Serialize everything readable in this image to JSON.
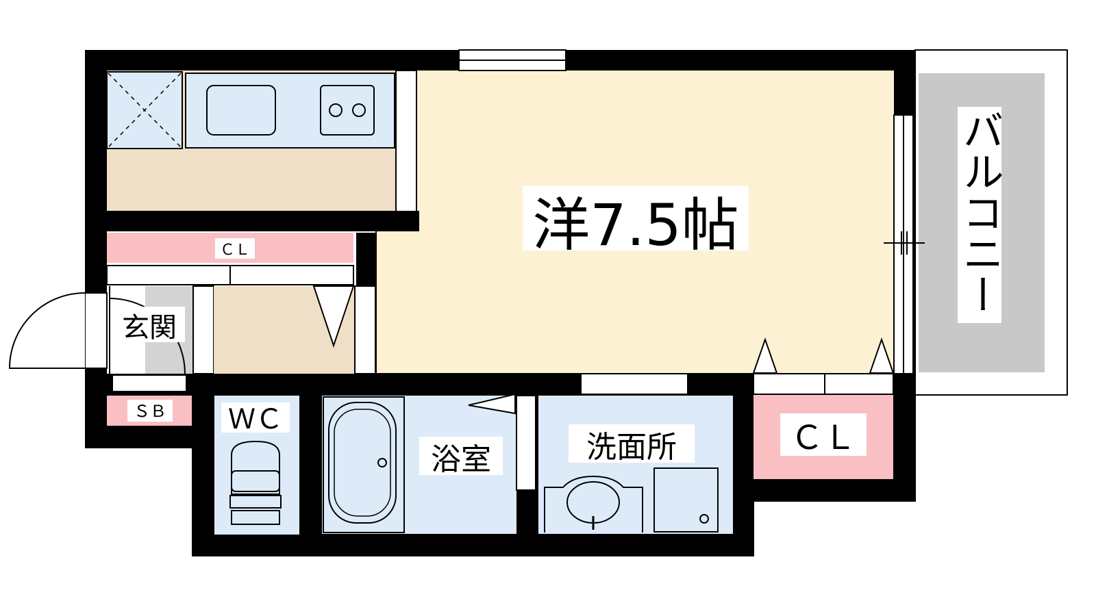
{
  "floor_plan": {
    "main_room": {
      "label": "洋7.5帖",
      "color": "#FDF1D4"
    },
    "balcony": {
      "label": "バルコニー",
      "color": "#C8C8C8"
    },
    "closet_large": {
      "label": "ＣＬ",
      "color": "#F9BFC3"
    },
    "closet_strip": {
      "label": "ＣＬ",
      "color": "#F9BFC3"
    },
    "shoe_box": {
      "label": "ＳＢ",
      "color": "#F9BFC3"
    },
    "entrance": {
      "label": "玄関",
      "color": "#D3D3D3"
    },
    "toilet": {
      "label": "ＷＣ",
      "color": "#DDEBF9"
    },
    "bathroom": {
      "label": "浴室",
      "color": "#DDEBF9"
    },
    "washroom": {
      "label": "洗面所",
      "color": "#DDEBF9"
    },
    "kitchen_counter": {
      "color": "#DDEBF9"
    },
    "floor_tan": {
      "color": "#EEDFC6"
    },
    "wall_color": "#000000"
  }
}
